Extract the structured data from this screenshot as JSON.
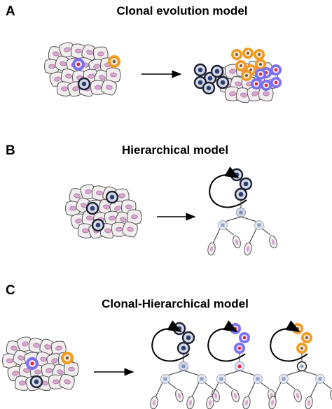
{
  "panels": [
    {
      "letter": "A",
      "title": "Clonal evolution model"
    },
    {
      "letter": "B",
      "title": "Hierarchical model"
    },
    {
      "letter": "C",
      "title": "Clonal-Hierarchical model"
    }
  ],
  "colors": {
    "cell_fill": "#f2eef0",
    "cell_outline": "#555555",
    "normal_nucleus": "#d9a6cf",
    "stem_ring": "#1c2233",
    "stem_nucleus": "#2e3f73",
    "blue_clone": "#7a6ff0",
    "orange_clone": "#f39a1e",
    "red_nucleus": "#e0203a",
    "diff_cell": "#e4e7ef",
    "diff_nucleus": "#8ca0c8",
    "progenitor": "#7b8fb8"
  }
}
